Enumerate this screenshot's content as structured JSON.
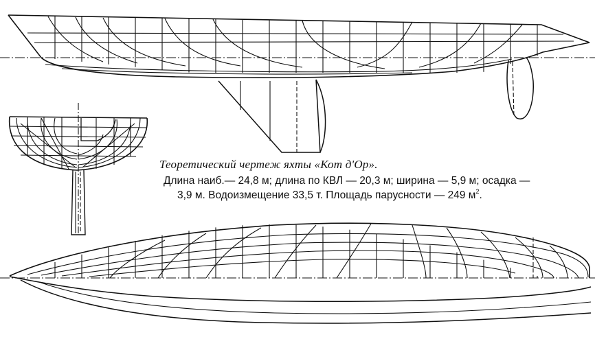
{
  "caption": {
    "title": "Теоретический чертеж яхты «Кот д'Ор».",
    "line1": "Длина наиб.— 24,8 м; длина по КВЛ — 20,3 м; ширина — 5,9 м; осадка —",
    "line2_text": "3,9 м. Водоизмещение 33,5 т. Площадь парусности — 249 м",
    "line2_sup": "2",
    "line2_end": "."
  }
}
